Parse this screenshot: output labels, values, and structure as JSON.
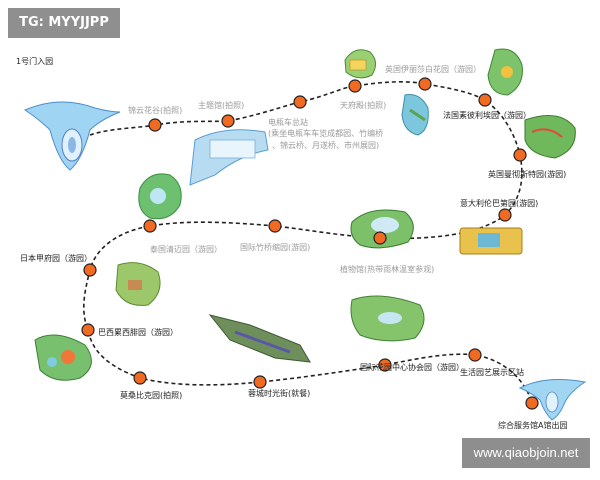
{
  "tag": "TG: MYYJJPP",
  "watermark": "www.qiaobjoin.net",
  "labels": {
    "gate1": "1号门入园",
    "jinyun": "锦云花谷(拍照)",
    "zhuti": "主题馆(拍照)",
    "dianping": "电瓶车总站",
    "dianping_note1": "(乘坐电瓶车车览成都园、竹编桥",
    "dianping_note2": "、锦云桥、月遂桥、市州展园)",
    "tianfu": "天府殿(拍照)",
    "england_eliz": "英国伊丽莎白花园（游园）",
    "france": "法国素彼利埃园（游园）",
    "england_man": "英国曼彻斯特园(游园)",
    "italy": "意大利伦巴第园(游园)",
    "plant": "植物馆(热带雨林温室参观)",
    "bamboo": "国际竹桥缩园(游园)",
    "thai": "泰国清迈园（游园）",
    "japan": "日本甲府园（游园）",
    "brazil": "巴西累西腓园（游园）",
    "mozambique": "莫桑比克园(拍照)",
    "rongcheng": "蓉城时光街(就餐)",
    "intl_center": "国际花园中心协会园（游园）",
    "life": "生活园艺展示区站",
    "exit": "综合服务馆A馆出园"
  },
  "colors": {
    "stop": "#f06a22",
    "path": "#222222"
  }
}
